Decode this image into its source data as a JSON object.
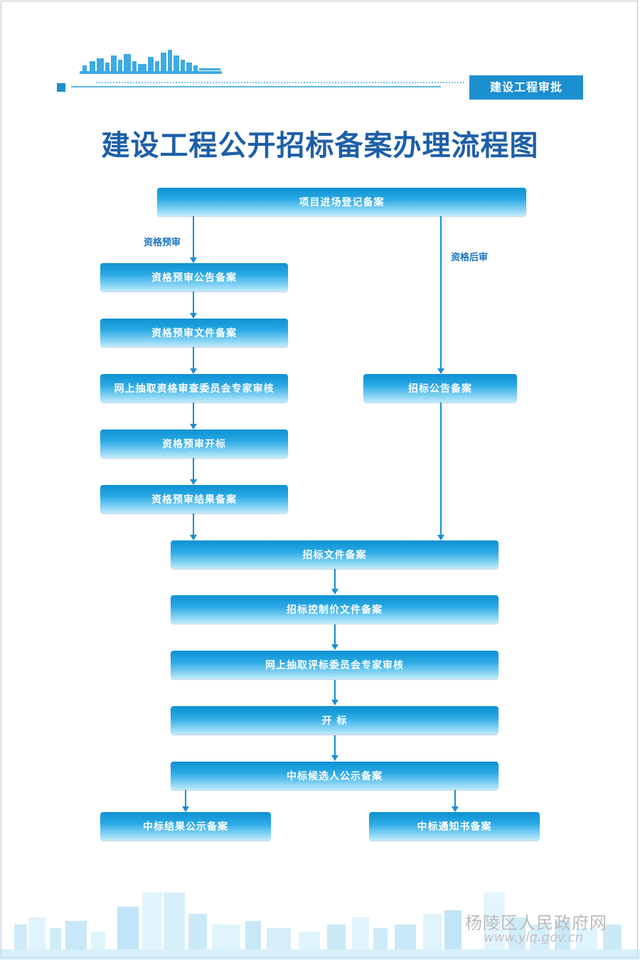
{
  "header": {
    "badge": "建设工程审批"
  },
  "title": "建设工程公开招标备案办理流程图",
  "labels": {
    "prequalification": "资格预审",
    "postqualification": "资格后审"
  },
  "steps": {
    "project_registration": "项目进场登记备案",
    "prequal_notice": "资格预审公告备案",
    "prequal_document": "资格预审文件备案",
    "prequal_expert_draw": "网上抽取资格审查委员会专家审核",
    "prequal_opening": "资格预审开标",
    "prequal_result": "资格预审结果备案",
    "tender_notice": "招标公告备案",
    "tender_document": "招标文件备案",
    "control_price_document": "招标控制价文件备案",
    "bid_expert_draw": "网上抽取评标委员会专家审核",
    "bid_opening": "开 标",
    "candidate_notice": "中标候选人公示备案",
    "result_notice": "中标结果公示备案",
    "award_letter": "中标通知书备案"
  },
  "watermark": {
    "site_name": "杨陵区人民政府网",
    "site_url": "www.ylq.gov.cn"
  },
  "colors": {
    "accent": "#1c8fd0",
    "title": "#1d5fa8",
    "arrow": "#1a8fd0",
    "skyline": "#7cc9ee"
  }
}
